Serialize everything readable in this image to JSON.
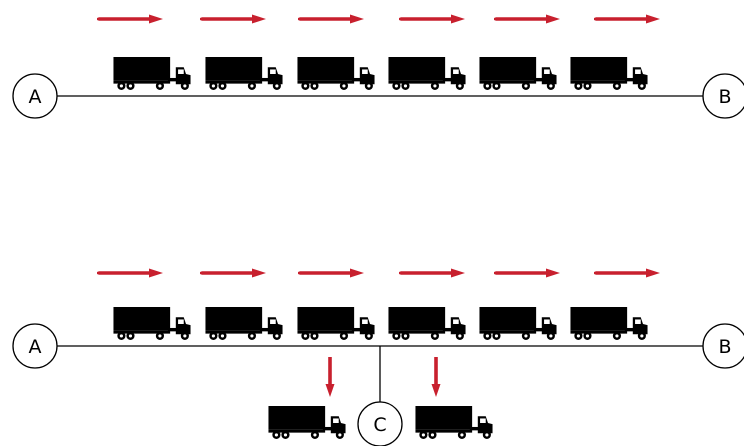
{
  "panels": [
    {
      "id": "top",
      "nodes": {
        "left": "A",
        "right": "B"
      },
      "truck_count": 6,
      "arrow_count": 6,
      "arrow_direction": "right"
    },
    {
      "id": "bottom",
      "nodes": {
        "left": "A",
        "right": "B",
        "branch": "C"
      },
      "truck_count": 6,
      "arrow_count": 6,
      "arrow_direction": "right",
      "diverted_truck_count": 2,
      "diverted_arrow_direction": "down"
    }
  ],
  "colors": {
    "arrow": "#c8202e",
    "truck": "#000000",
    "line": "#000000",
    "background": "#ffffff"
  }
}
